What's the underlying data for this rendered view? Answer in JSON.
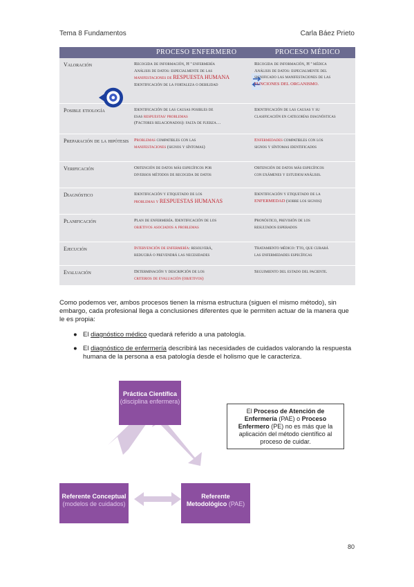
{
  "header": {
    "left": "Tema 8 Fundamentos",
    "right": "Carla Báez Prieto"
  },
  "table": {
    "headers": [
      "PROCESO ENFERMERO",
      "PROCESO MÉDICO"
    ],
    "rows": [
      {
        "stage": "Valoración",
        "enf": [
          "Recogida de información, H ª enfermería",
          "Análisis de datos: especialmente de las",
          "manifestaciones de",
          "RESPUESTA HUMANA",
          "Identificación de la fortaleza o debilidad"
        ],
        "med": [
          "Recogida de información, H ª médica",
          "Análisis de datos: especialmente del",
          "significado las manifestaciones de las",
          "FUNCIONES DEL ORGANISMO."
        ]
      },
      {
        "stage": "Posible etiología",
        "enf": [
          "Identificación de las causas posibles de",
          "esas",
          "respuestas/ problemas",
          "(Factores relacionados): falta de fuerza…"
        ],
        "med": [
          "Identificación de las causas y su",
          "clasificación en categorías diagnósticas"
        ]
      },
      {
        "stage": "Preparación de la hipótesis",
        "enf": [
          "Problemas",
          "compatibles con las",
          "manifestaciones",
          "(signos y síntomas)"
        ],
        "med": [
          "Enfermedades",
          "compatibles con los",
          "signos y síntomas identificados"
        ]
      },
      {
        "stage": "Verificación",
        "enf": [
          "Obtención de datos más específicos por",
          "diversos métodos de recogida de datos"
        ],
        "med": [
          "Obtención de datos más específicos",
          "con exámenes y estudios/análisis."
        ]
      },
      {
        "stage": "Diagnóstico",
        "enf": [
          "Identificación y etiquetado de los",
          "problemas",
          "y",
          "RESPUESTAS HUMANAS"
        ],
        "med": [
          "Identificación y etiquetado de la",
          "ENFERMEDAD",
          "(sobre los signos)"
        ]
      },
      {
        "stage": "Planificación",
        "enf": [
          "Plan de enfermería. Identificación de los",
          "objetivos asociados a problemas"
        ],
        "med": [
          "Pronóstico, previsión de los",
          "resultados esperados"
        ]
      },
      {
        "stage": "Ejecución",
        "enf": [
          "Intervención de enfermería",
          ": resolverá,",
          "reducirá o prevendrá las necesidades"
        ],
        "med": [
          "Tratamiento médico: Tto, que curará",
          "las enfermedades específicas"
        ]
      },
      {
        "stage": "Evaluación",
        "enf": [
          "Determinación y descripción de los",
          "criterios de evaluación (objetivos)"
        ],
        "med": [
          "Seguimiento del estado del paciente."
        ]
      }
    ]
  },
  "paragraph": "Como podemos ver, ambos procesos tienen la misma estructura (siguen el mismo método), sin embargo, cada profesional llega a conclusiones diferentes que le permiten actuar de la manera que le es propia:",
  "bullets": [
    {
      "pre": "El ",
      "link": "diagnóstico médico",
      "post": " quedará referido a una patología."
    },
    {
      "pre": "El ",
      "link": "diagnóstico de enfermería",
      "post": " describirá las necesidades de cuidados valorando la respuesta humana de la persona a esa patología desde el holismo que le caracteriza."
    }
  ],
  "diagram": {
    "top": {
      "title": "Práctica Científica",
      "sub": "(disciplina enfermera)"
    },
    "left": {
      "title": "Referente Conceptual",
      "sub": "(modelos de cuidados)"
    },
    "right": {
      "title": "Referente Metodológico",
      "sub": "(PAE)"
    },
    "callout": {
      "pre": "El ",
      "b1": "Proceso de Atención de Enfermería",
      "mid1": " (PAE) o ",
      "b2": "Proceso Enfermero",
      "mid2": " (PE) no es más que la aplicación del método científico al proceso de cuidar."
    },
    "colors": {
      "node": "#8c4fa0",
      "arrow": "#d9c9e0"
    }
  },
  "page_number": "80"
}
